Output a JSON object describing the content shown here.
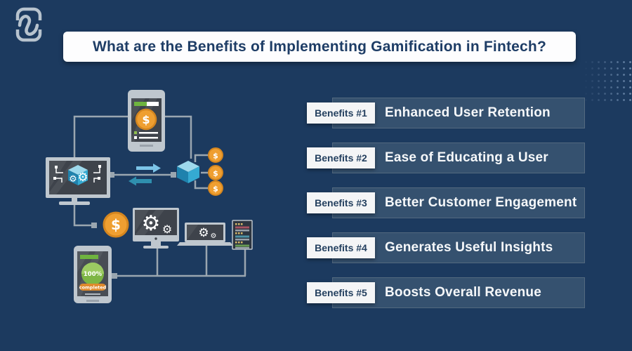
{
  "page": {
    "title": "What are the Benefits of Implementing Gamification in Fintech?"
  },
  "benefits": [
    {
      "badge": "Benefits #1",
      "label": "Enhanced User Retention"
    },
    {
      "badge": "Benefits #2",
      "label": "Ease of Educating a User"
    },
    {
      "badge": "Benefits #3",
      "label": "Better Customer Engagement"
    },
    {
      "badge": "Benefits #4",
      "label": "Generates Useful Insights"
    },
    {
      "badge": "Benefits #5",
      "label": "Boosts Overall Revenue"
    }
  ],
  "illustration": {
    "progress_percent": "100%",
    "progress_status": "completed"
  },
  "icons": {
    "gear": "⚙",
    "dollar": "$"
  },
  "colors": {
    "bg": "#1c3a5f",
    "panel": "#35516f",
    "panel_border": "#53697f",
    "badge_bg": "#f4f5f6",
    "badge_text": "#24405f",
    "title_text": "#1e3d66",
    "label_text": "#f6f8fa",
    "line": "#9aa6b0",
    "device": "#bfc7ce",
    "screen": "#3e434b",
    "orange": "#ef9f31",
    "orange_dark": "#d5861f",
    "green": "#6fb43f",
    "green_circle": "#7db544",
    "blue_light": "#7cc4e8",
    "teal": "#2f8fae",
    "cube_top": "#9ed9ec",
    "cube_left": "#1f82ad",
    "cube_right": "#35aad2"
  }
}
